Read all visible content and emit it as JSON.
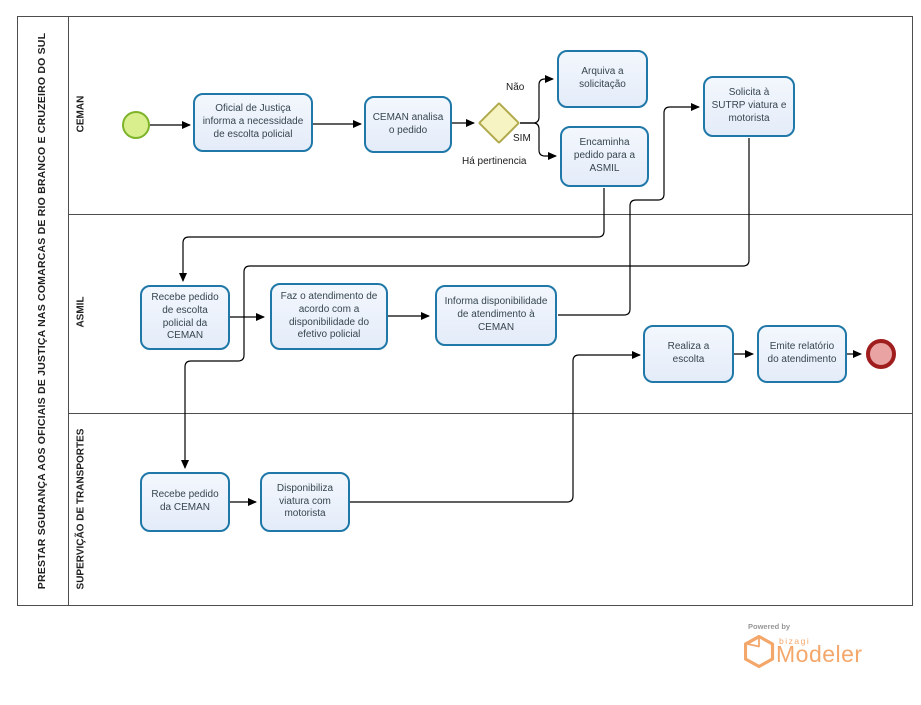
{
  "diagram": {
    "pool_title": "PRESTAR SGURANÇA AOS OFICIAIS DE JUSTIÇA NAS COMARCAS DE RIO BRANCO E CRUZEIRO DO SUL",
    "lanes": [
      {
        "label": "CEMAN"
      },
      {
        "label": "ASMIL"
      },
      {
        "label": "SUPERVIÇÃO DE TRANSPORTES"
      }
    ],
    "tasks": {
      "oficial_informa": "Oficial de Justiça informa a necessidade de escolta policial",
      "ceman_analisa": "CEMAN analisa o pedido",
      "arquiva": "Arquiva a solicitação",
      "encaminha": "Encaminha pedido para a ASMIL",
      "solicita_sutrp": "Solicita à SUTRP viatura e motorista",
      "recebe_escolta": "Recebe pedido de escolta policial da CEMAN",
      "faz_atendimento": "Faz o atendimento de acordo com a disponibilidade do efetivo policial",
      "informa_disponibilidade": "Informa disponibilidade de atendimento à CEMAN",
      "realiza_escolta": "Realiza a escolta",
      "emite_relatorio": "Emite relatório do atendimento",
      "recebe_ceman": "Recebe pedido da CEMAN",
      "disponibiliza_viatura": "Disponibiliza viatura com motorista"
    },
    "flow_labels": {
      "nao": "Não",
      "sim": "SIM",
      "condition": "Há pertinencia"
    },
    "colors": {
      "task_fill": "#e9effb",
      "task_border": "#1f78a8",
      "gateway_fill": "#f7f4c3",
      "gateway_border": "#b1aa4d",
      "start_fill": "#d9ef8d",
      "start_border": "#7db32b",
      "end_fill": "#e9a3a3",
      "end_border": "#a01d1d",
      "brand_orange": "#f4a76b"
    }
  },
  "footer": {
    "powered_by": "Powered by",
    "brand": "bizagi",
    "product": "Modeler"
  }
}
